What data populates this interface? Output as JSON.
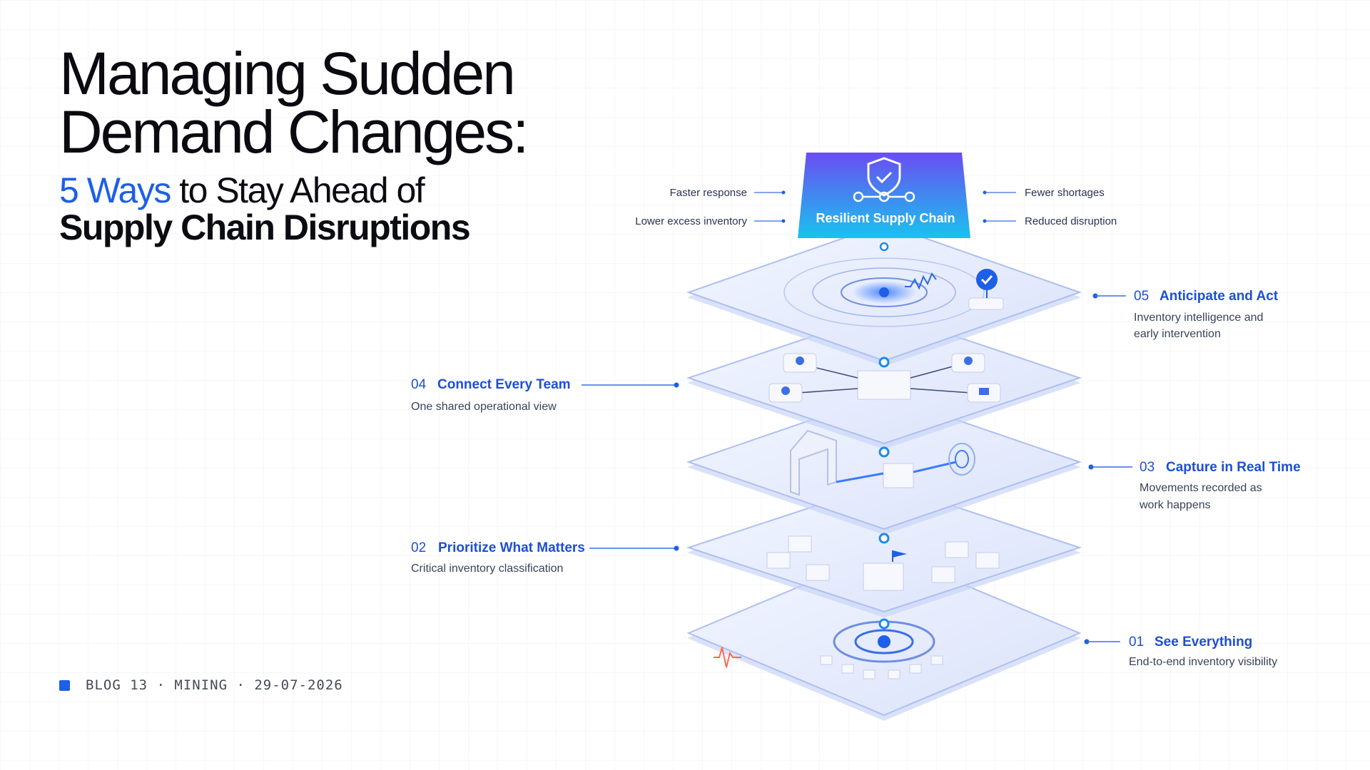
{
  "title": {
    "line1": "Managing Sudden",
    "line2": "Demand Changes:",
    "subtitle_accent": "5 Ways",
    "subtitle_rest": " to Stay Ahead of",
    "subtitle_line2": "Supply Chain Disruptions"
  },
  "footer": {
    "meta": "BLOG 13 · MINING · 29-07-2026"
  },
  "capstone": {
    "label": "Resilient Supply Chain",
    "icon": "shield-check-icon",
    "left_benefits": [
      "Faster response",
      "Lower excess inventory"
    ],
    "right_benefits": [
      "Fewer shortages",
      "Reduced disruption"
    ]
  },
  "steps": [
    {
      "num": "05",
      "title": "Anticipate and Act",
      "desc": [
        "Inventory intelligence and",
        "early intervention"
      ]
    },
    {
      "num": "04",
      "title": "Connect Every Team",
      "desc": [
        "One shared operational view"
      ]
    },
    {
      "num": "03",
      "title": "Capture in Real Time",
      "desc": [
        "Movements recorded as",
        "work happens"
      ]
    },
    {
      "num": "02",
      "title": "Prioritize What Matters",
      "desc": [
        "Critical inventory classification"
      ]
    },
    {
      "num": "01",
      "title": "See Everything",
      "desc": [
        "End-to-end inventory visibility"
      ]
    }
  ],
  "colors": {
    "accent": "#1d5fe6",
    "capstone_top": "#6a4df2",
    "capstone_bottom": "#19c3ee",
    "platform": "#dfe6fb"
  }
}
